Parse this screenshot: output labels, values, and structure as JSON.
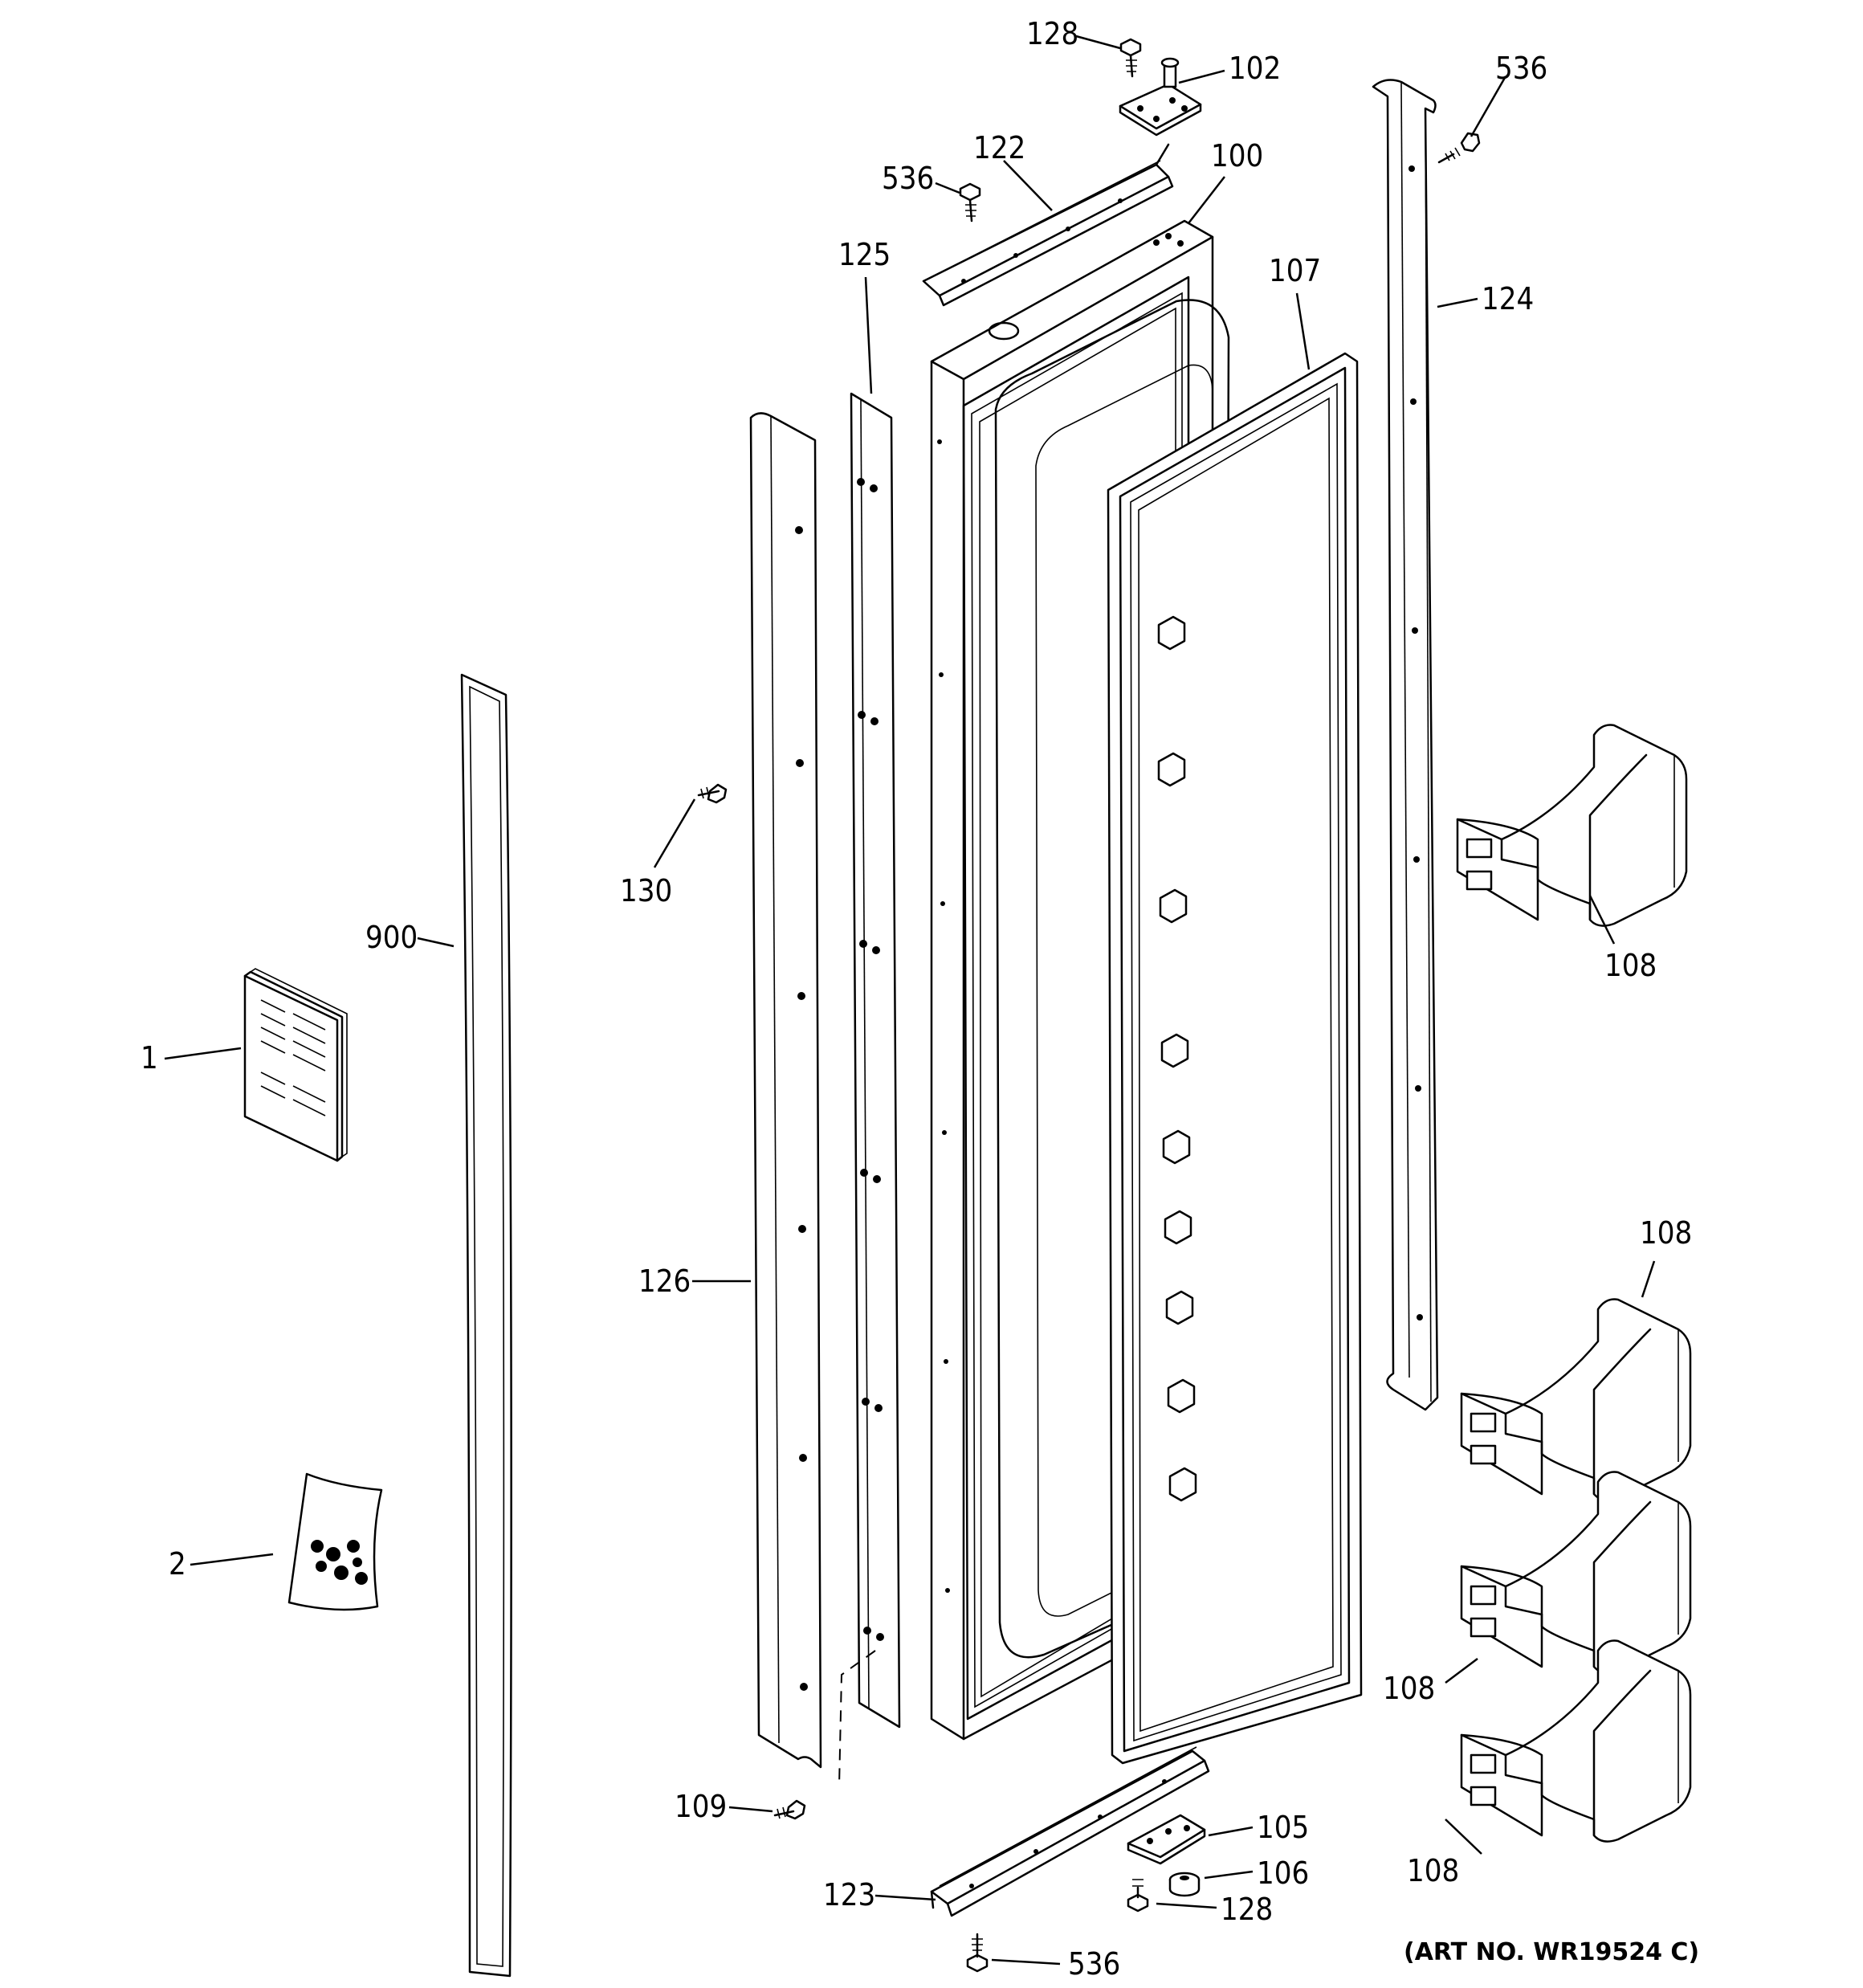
{
  "diagram": {
    "art_number": "(ART NO. WR19524 C)",
    "callouts": [
      {
        "id": "c-128-top",
        "label": "128"
      },
      {
        "id": "c-102",
        "label": "102"
      },
      {
        "id": "c-536-right",
        "label": "536"
      },
      {
        "id": "c-122",
        "label": "122"
      },
      {
        "id": "c-536-left",
        "label": "536"
      },
      {
        "id": "c-100",
        "label": "100"
      },
      {
        "id": "c-125",
        "label": "125"
      },
      {
        "id": "c-107",
        "label": "107"
      },
      {
        "id": "c-124",
        "label": "124"
      },
      {
        "id": "c-130",
        "label": "130"
      },
      {
        "id": "c-900",
        "label": "900"
      },
      {
        "id": "c-108-a",
        "label": "108"
      },
      {
        "id": "c-1",
        "label": "1"
      },
      {
        "id": "c-108-b",
        "label": "108"
      },
      {
        "id": "c-126",
        "label": "126"
      },
      {
        "id": "c-2",
        "label": "2"
      },
      {
        "id": "c-108-c",
        "label": "108"
      },
      {
        "id": "c-109",
        "label": "109"
      },
      {
        "id": "c-105",
        "label": "105"
      },
      {
        "id": "c-108-d",
        "label": "108"
      },
      {
        "id": "c-106",
        "label": "106"
      },
      {
        "id": "c-123",
        "label": "123"
      },
      {
        "id": "c-128-bottom",
        "label": "128"
      },
      {
        "id": "c-536-bottom",
        "label": "536"
      }
    ]
  }
}
